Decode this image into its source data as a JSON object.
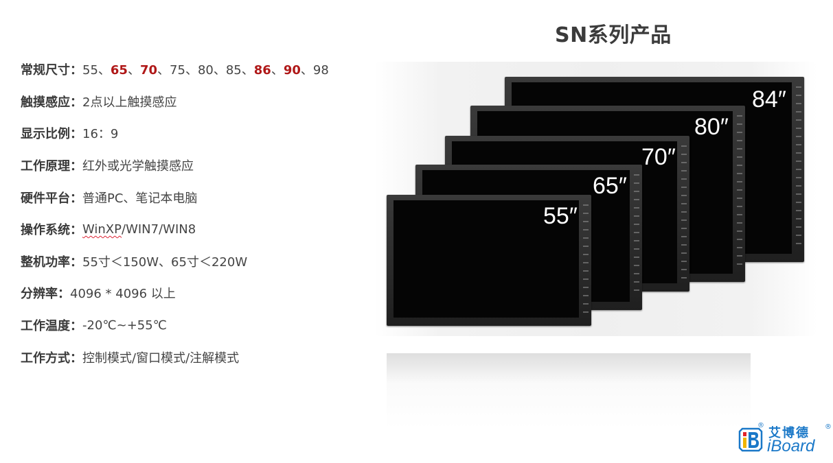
{
  "title": "SN系列产品",
  "specs": {
    "sizes": {
      "label": "常规尺寸：",
      "items": [
        {
          "text": "55",
          "highlight": false
        },
        {
          "text": "65",
          "highlight": true
        },
        {
          "text": "70",
          "highlight": true
        },
        {
          "text": "75",
          "highlight": false
        },
        {
          "text": "80",
          "highlight": false
        },
        {
          "text": "85",
          "highlight": false
        },
        {
          "text": "86",
          "highlight": true
        },
        {
          "text": "90",
          "highlight": true
        },
        {
          "text": "98",
          "highlight": false
        }
      ],
      "separator": "、"
    },
    "touch": {
      "label": "触摸感应：",
      "value": "2点以上触摸感应"
    },
    "ratio": {
      "label": "显示比例：",
      "value": "16：9"
    },
    "principle": {
      "label": "工作原理：",
      "value": "红外或光学触摸感应"
    },
    "hardware": {
      "label": "硬件平台：",
      "value": "普通PC、笔记本电脑"
    },
    "os": {
      "label": "操作系统：",
      "value_underlined": "WinXP",
      "value_rest": "/WIN7/WIN8"
    },
    "power": {
      "label": "整机功率：",
      "value": "55寸＜150W、65寸＜220W"
    },
    "resolution": {
      "label": "分辨率：",
      "value": "4096 * 4096 以上"
    },
    "temperature": {
      "label": "工作温度：",
      "value": "-20℃~+55℃"
    },
    "mode": {
      "label": "工作方式：",
      "value": "控制模式/窗口模式/注解模式"
    }
  },
  "monitors": [
    {
      "label": "84″"
    },
    {
      "label": "80″"
    },
    {
      "label": "70″"
    },
    {
      "label": "65″"
    },
    {
      "label": "55″"
    }
  ],
  "logo": {
    "cn": "艾博德",
    "en": "iBoard",
    "reg": "®"
  },
  "colors": {
    "highlight": "#b01818",
    "brand": "#1a78c8"
  }
}
